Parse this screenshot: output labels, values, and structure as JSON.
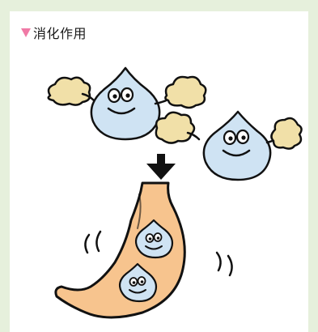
{
  "heading": {
    "label": "消化作用",
    "marker_color": "#f07aa6"
  },
  "illustration": {
    "subject": "digestion",
    "icons": [
      "water-drop-character",
      "bread-chunk",
      "down-arrow",
      "stomach",
      "motion-lines"
    ],
    "colors": {
      "stomach": "#f7c48e",
      "drop": "#cfe3f3",
      "bread": "#f1e0a8",
      "outline": "#111111",
      "background": "#e6f0dc"
    }
  }
}
